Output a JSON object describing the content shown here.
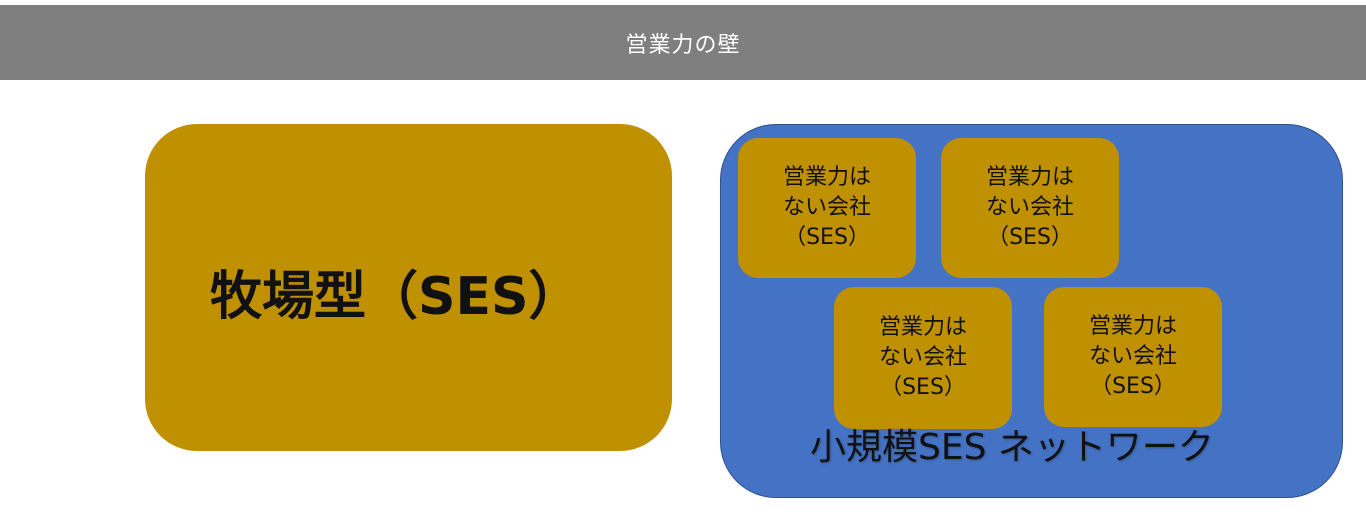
{
  "title": "営業力の壁",
  "ranch": {
    "label": "牧場型（SES）"
  },
  "network": {
    "label": "小規模SES ネットワーク",
    "companies": [
      {
        "line1": "営業力は",
        "line2": "ない会社",
        "line3": "（SES）"
      },
      {
        "line1": "営業力は",
        "line2": "ない会社",
        "line3": "（SES）"
      },
      {
        "line1": "営業力は",
        "line2": "ない会社",
        "line3": "（SES）"
      },
      {
        "line1": "営業力は",
        "line2": "ない会社",
        "line3": "（SES）"
      }
    ]
  },
  "colors": {
    "title_bar": "#7f7f7f",
    "gold": "#bf9000",
    "blue": "#4472c4"
  }
}
